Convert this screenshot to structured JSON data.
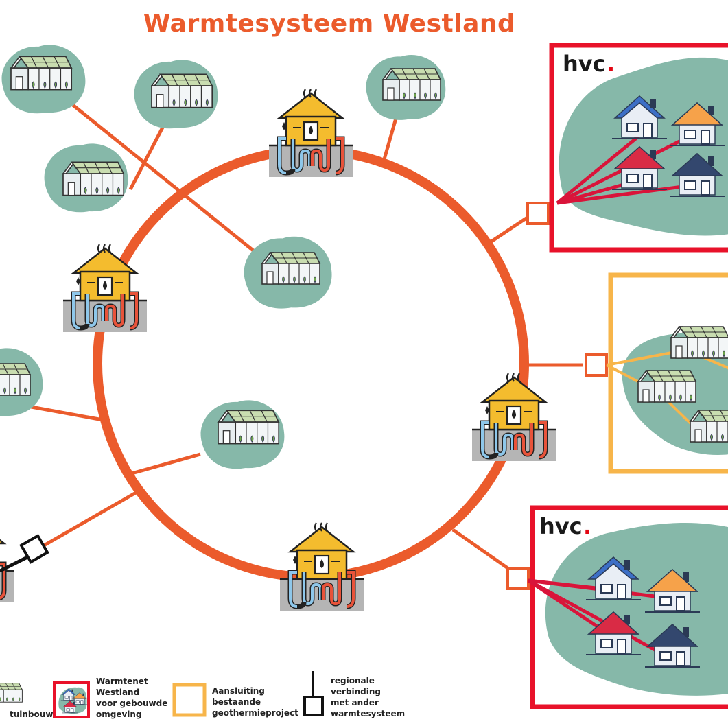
{
  "title": "Warmtesysteem Westland",
  "brand": {
    "logo_text": "hvc",
    "logo_dot": ".",
    "logo_color": "#1a1a1a",
    "logo_accent": "#E30613"
  },
  "colors": {
    "ring": "#EB5B2C",
    "hvc_frame": "#E8122A",
    "geo_frame": "#F7B54A",
    "blob": "#86B8A9",
    "house_body": "#F4BC2E",
    "ground": "#B5B5B5",
    "pipe_hot": "#E8533A",
    "pipe_cold": "#8EC7EA"
  },
  "icons": [
    "greenhouse-icon",
    "geothermal-house-icon",
    "house-icon",
    "connection-node-icon"
  ],
  "legend": {
    "tuinbouw": "tuinbouw",
    "warmtenet": "Warmtenet\nWestland\nvoor gebouwde\nomgeving",
    "aansluiting": "Aansluiting\nbestaande\ngeothermieproject",
    "regionaal": "regionale\nverbinding\nmet ander\nwarmtesysteem"
  }
}
